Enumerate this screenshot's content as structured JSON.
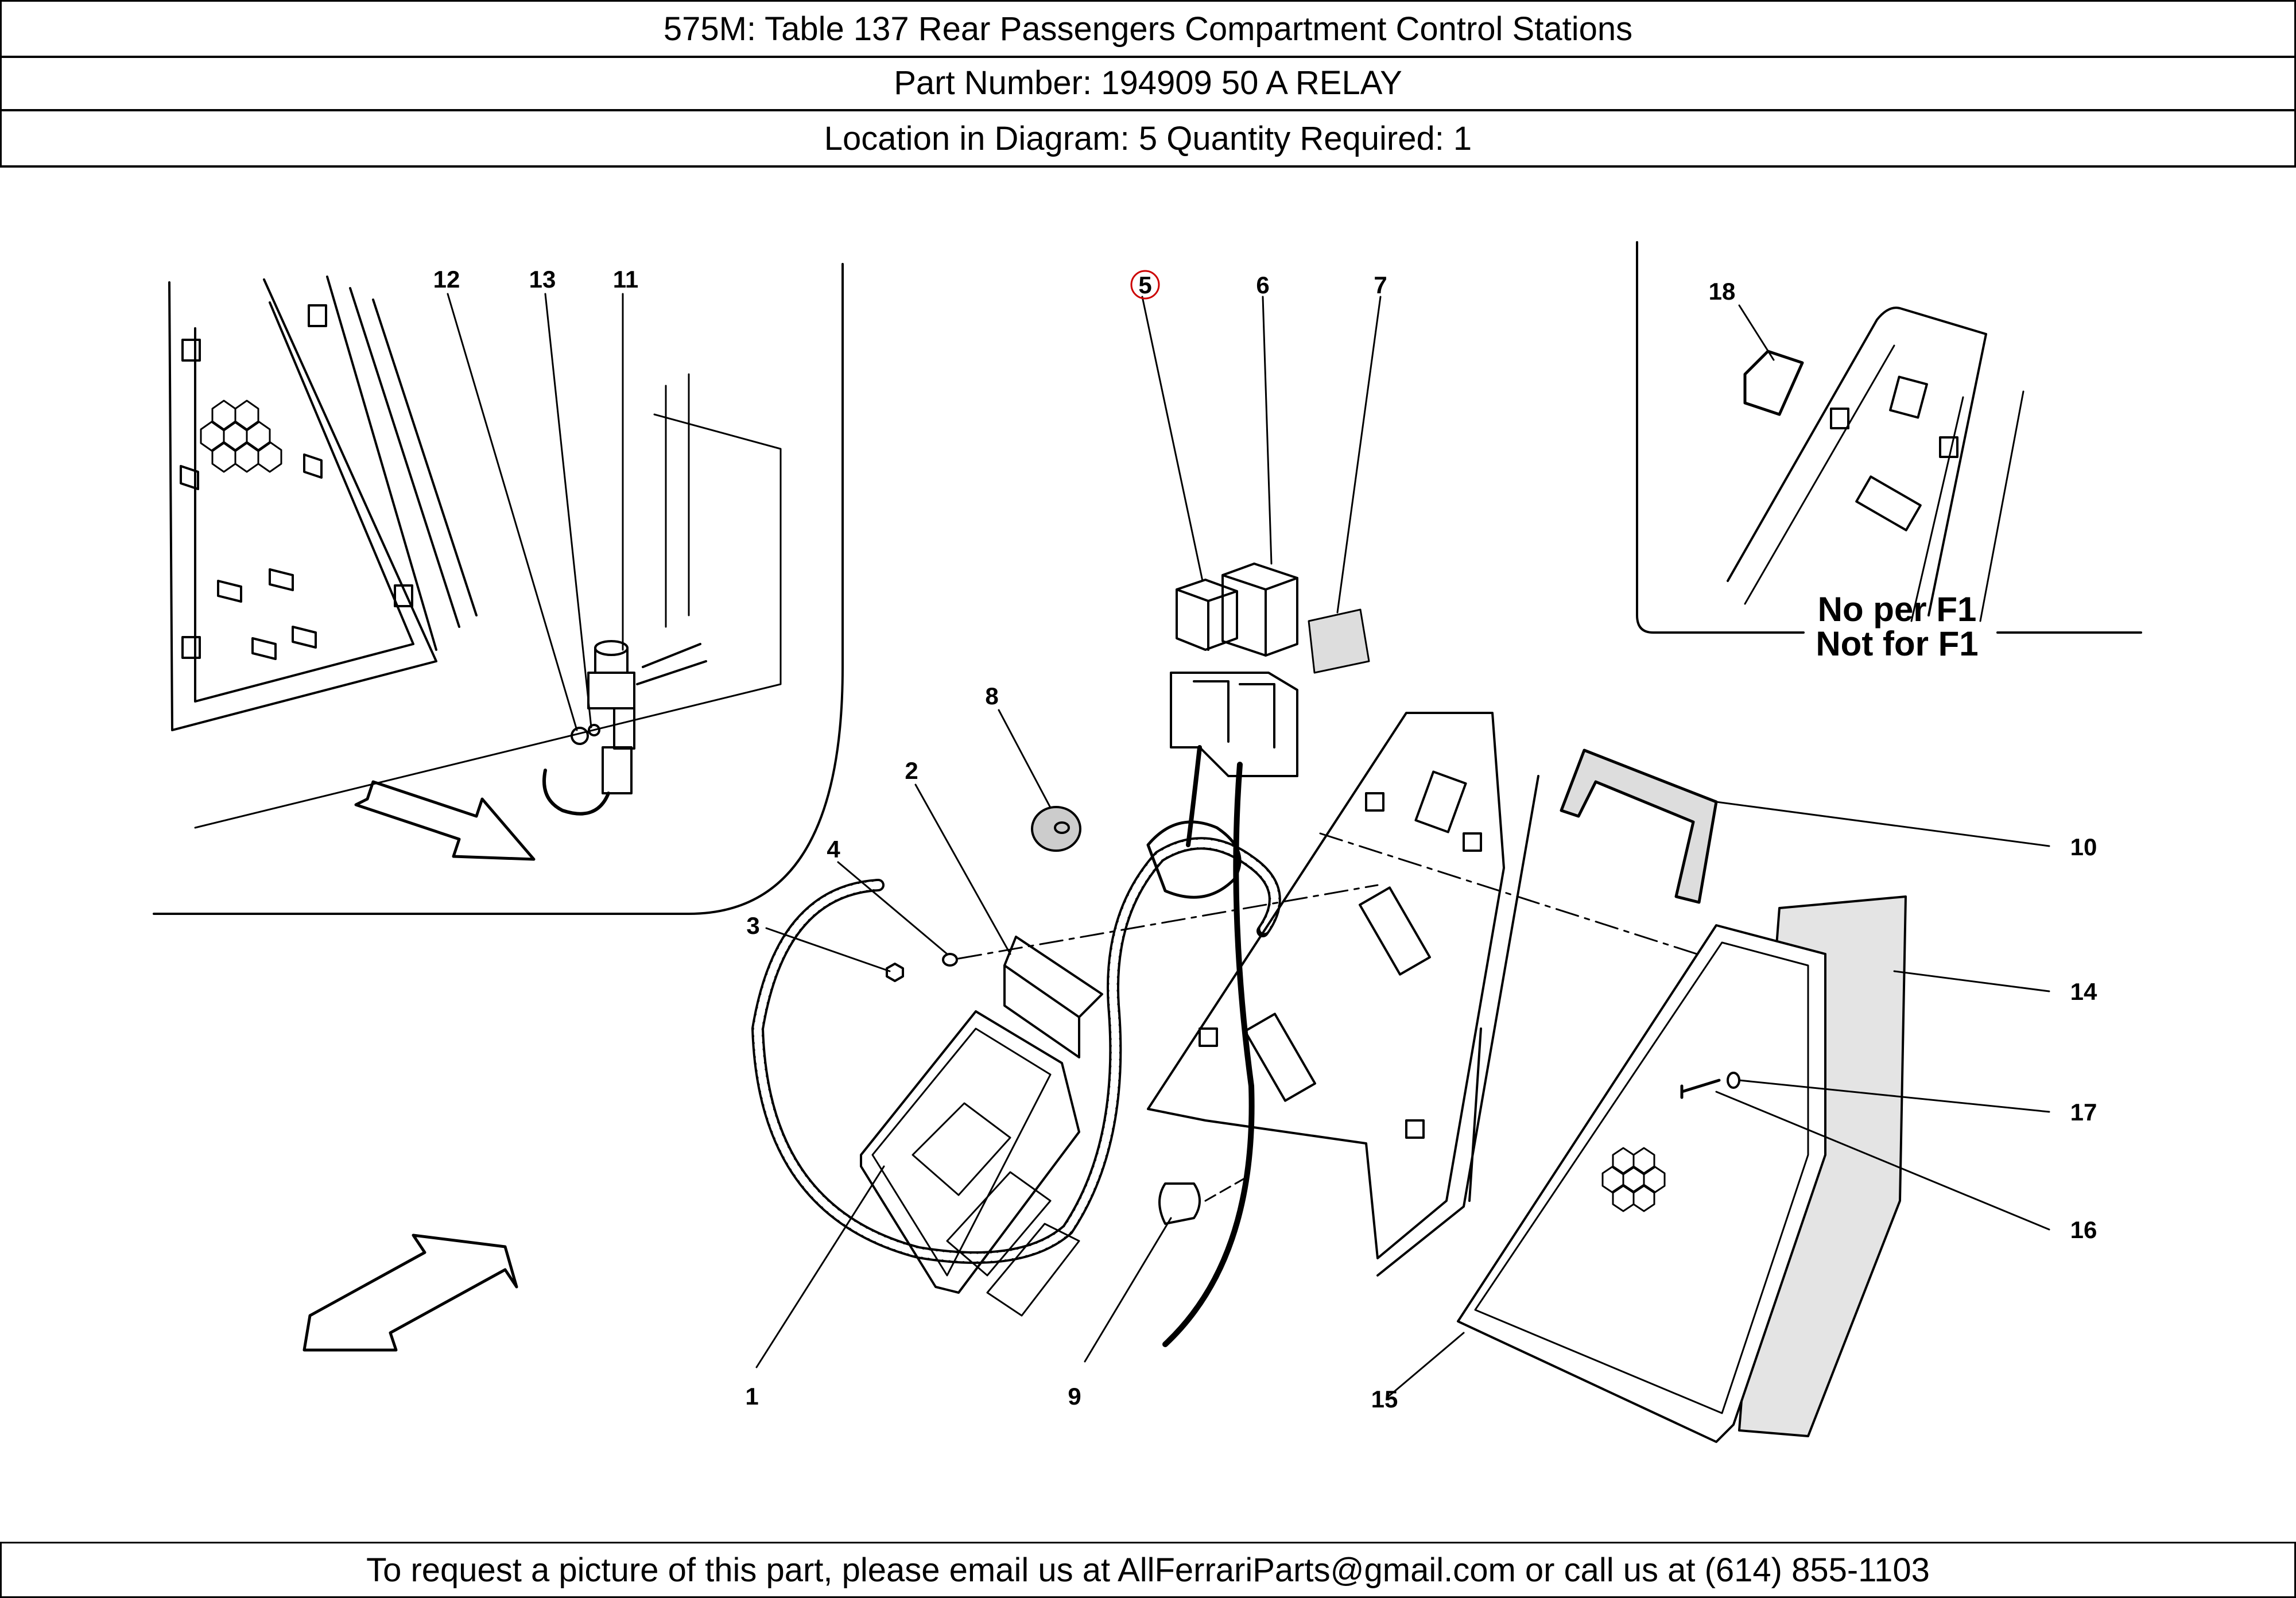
{
  "header": {
    "title": "575M:   Table 137 Rear Passengers Compartment Control Stations",
    "part_number": "Part Number: 194909   50 A RELAY",
    "location": "Location in Diagram: 5   Quantity Required: 1"
  },
  "diagram": {
    "highlighted_callout": "5",
    "callouts": [
      "1",
      "2",
      "3",
      "4",
      "5",
      "6",
      "7",
      "8",
      "9",
      "10",
      "11",
      "12",
      "13",
      "14",
      "15",
      "16",
      "17",
      "18"
    ],
    "note_line1": "No per F1",
    "note_line2": "Not for F1",
    "highlight_color": "#cc0000"
  },
  "footer": {
    "text": "To request a picture of this part, please email us at AllFerrariParts@gmail.com or call us at (614) 855-1103"
  }
}
